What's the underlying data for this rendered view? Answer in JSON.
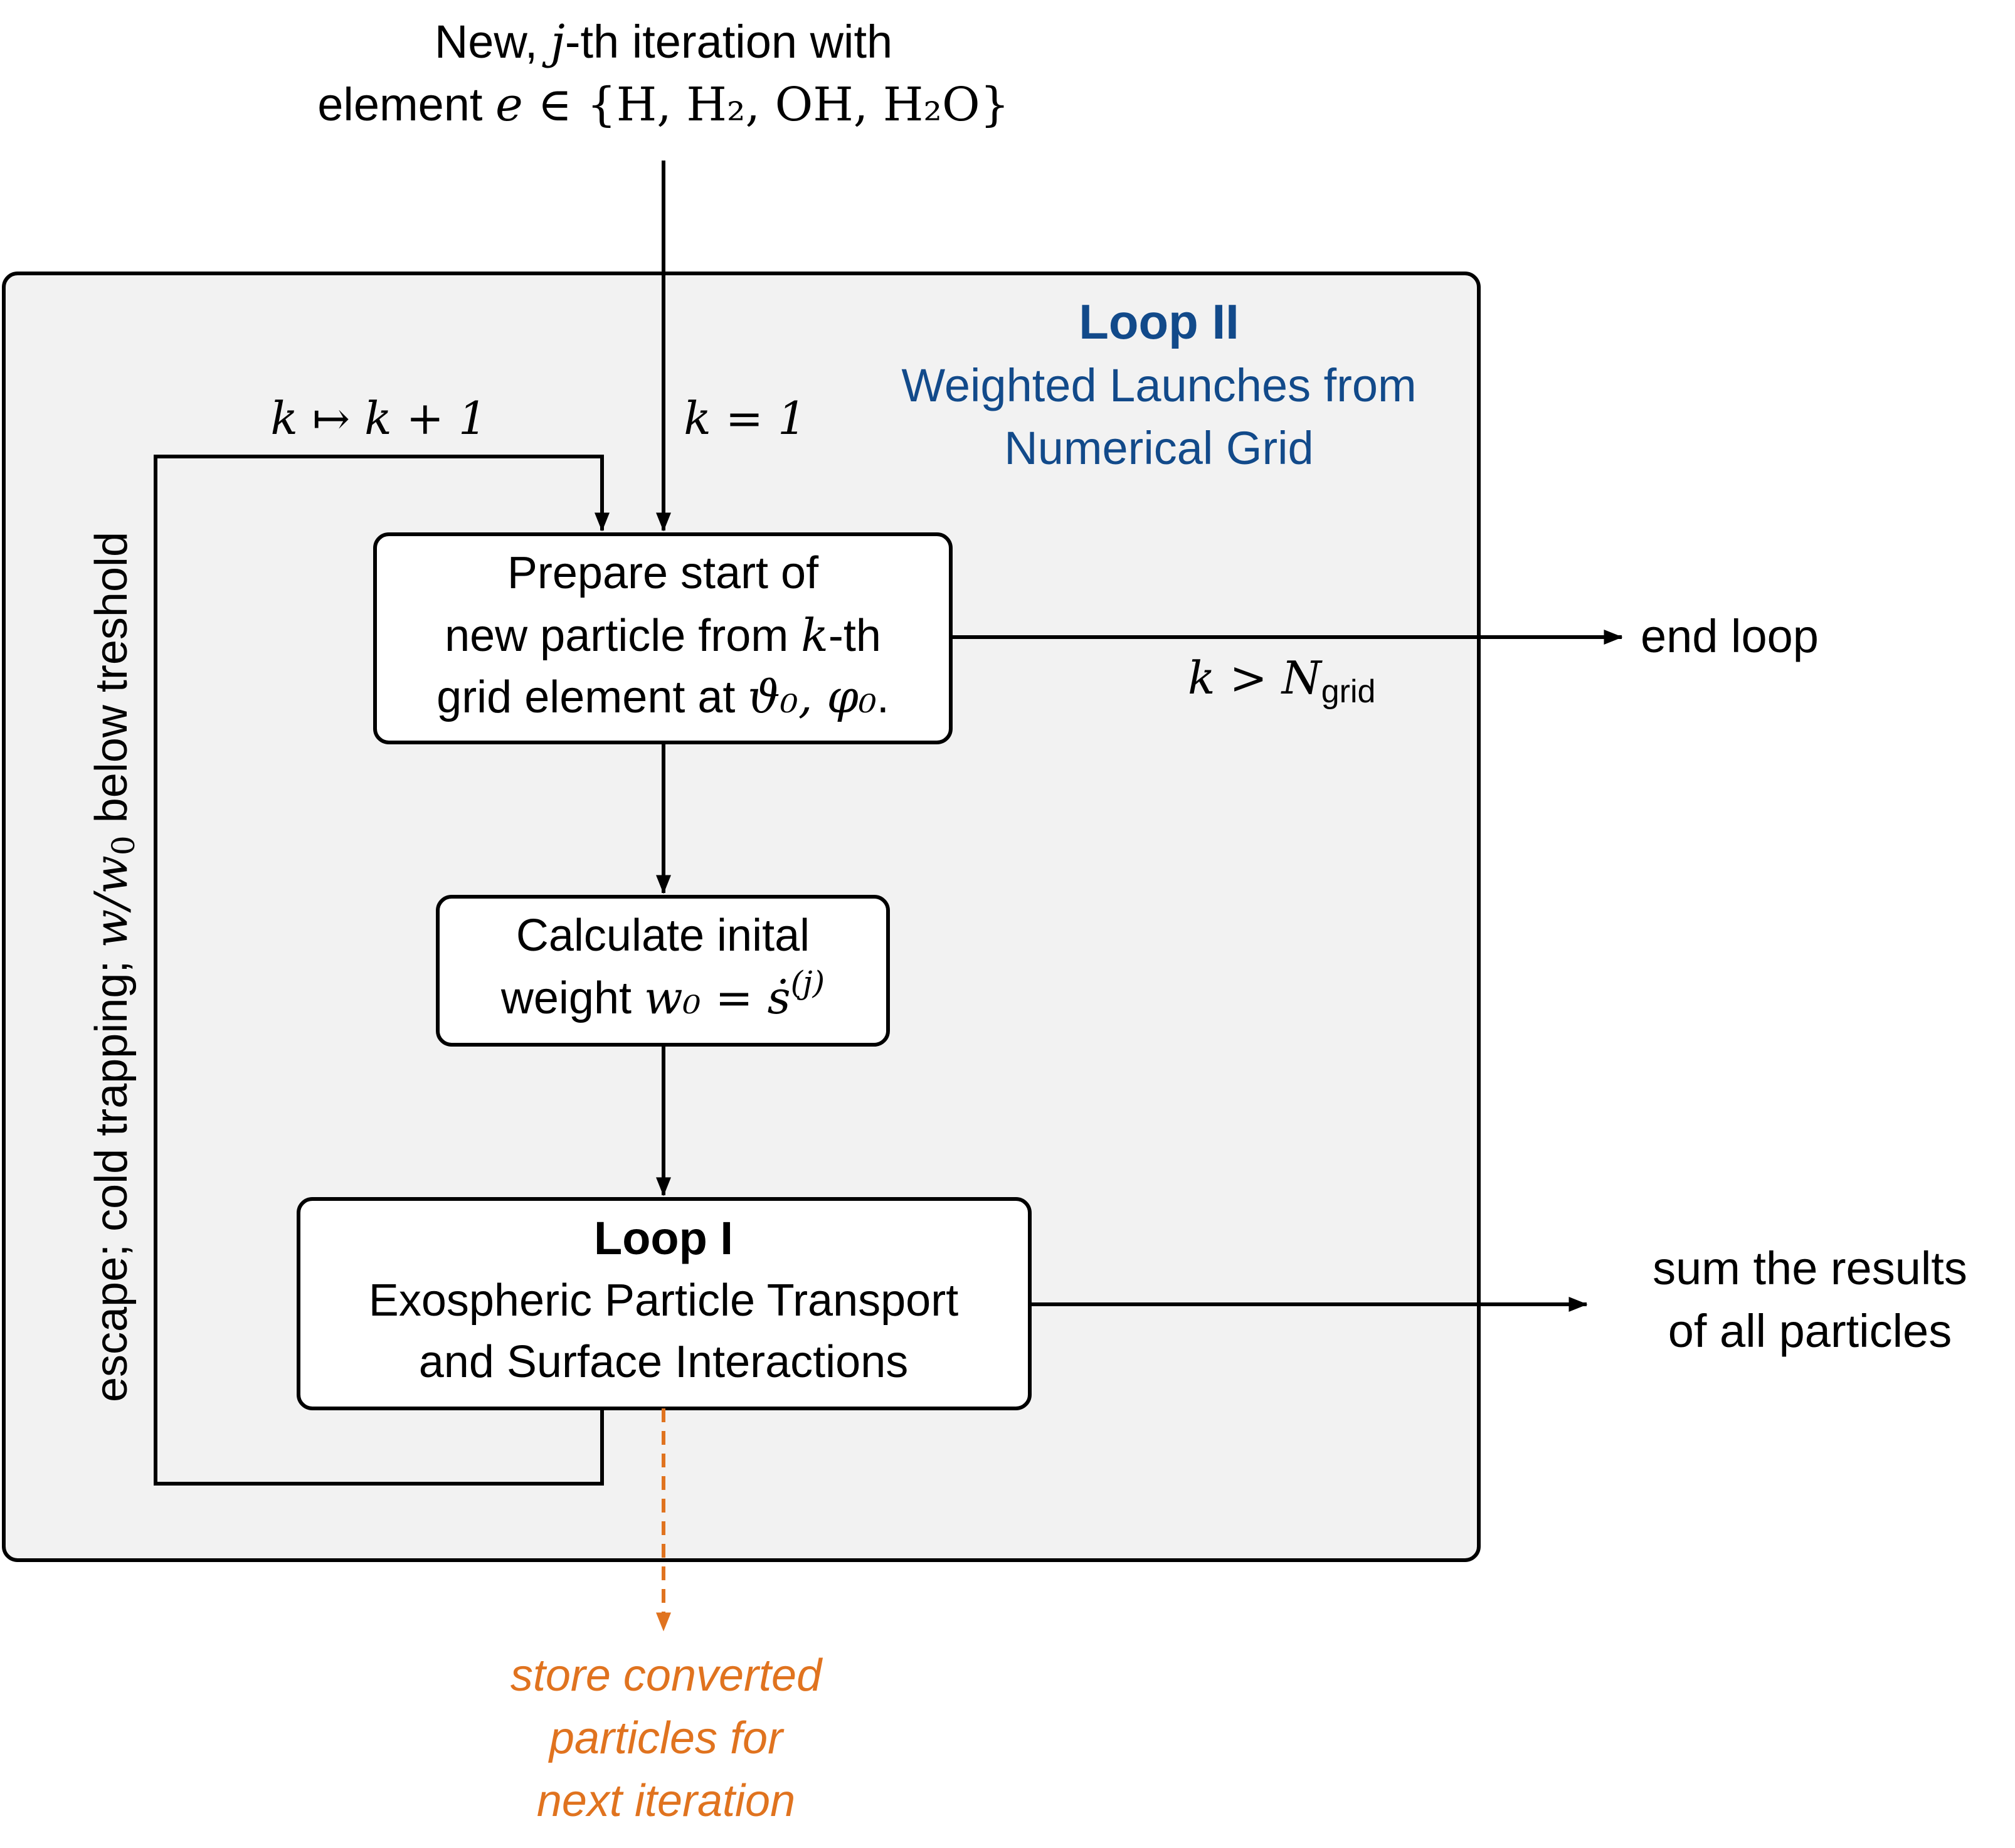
{
  "colors": {
    "background": "#ffffff",
    "panel_fill": "#f2f2f2",
    "stroke": "#000000",
    "loop2_title": "#124a8a",
    "orange": "#e0731f"
  },
  "top_input": {
    "line1_prefix": "New, ",
    "line1_var": "j",
    "line1_suffix": "-th iteration with",
    "line2_prefix": "element ",
    "line2_var": "e",
    "line2_set": " ∈ {H, H₂, OH, H₂O}"
  },
  "loop2": {
    "title": "Loop II",
    "subtitle_line1": "Weighted Launches from",
    "subtitle_line2": "Numerical Grid"
  },
  "labels": {
    "k_init": "k = 1",
    "k_increment": "k ↦ k + 1",
    "k_end_var": "k > N",
    "k_end_sub": "grid",
    "end_loop": "end loop",
    "sum_line1": "sum the results",
    "sum_line2": "of all particles",
    "left_feedback_a": "escape; cold trapping; ",
    "left_feedback_math": "w/w",
    "left_feedback_sub": "0",
    "left_feedback_b": " below treshold"
  },
  "boxes": {
    "prepare": {
      "line1": "Prepare start of",
      "line2_a": "new particle from ",
      "line2_var": "k",
      "line2_b": "-th",
      "line3_a": "grid element at ",
      "line3_math": "ϑ₀, φ₀",
      "line3_b": "."
    },
    "weight": {
      "line1": "Calculate inital",
      "line2_a": "weight ",
      "line2_math": "w₀ = ṡ",
      "line2_sup": "(j)"
    },
    "loop1": {
      "title": "Loop I",
      "line1": "Exospheric Particle Transport",
      "line2": "and Surface Interactions"
    }
  },
  "orange_output": {
    "line1": "store converted",
    "line2": "particles for",
    "line3": "next iteration"
  }
}
